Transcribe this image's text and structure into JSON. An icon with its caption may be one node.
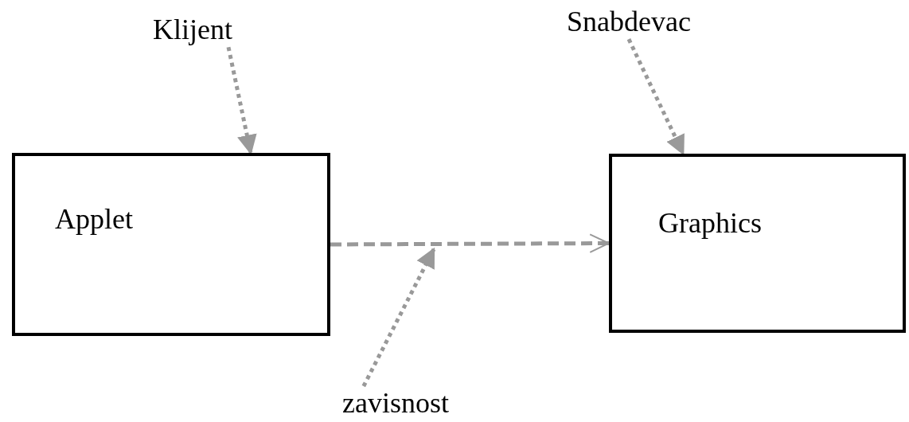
{
  "diagram": {
    "nodes": [
      {
        "text": [
          "Klijent"
        ]
      },
      {
        "text": [
          "Snabdevac"
        ]
      },
      {
        "text": [
          "Applet"
        ]
      },
      {
        "text": [
          "Graphics"
        ]
      },
      {
        "text": [
          "zavisnost"
        ]
      }
    ],
    "edges": [
      {
        "from": 0,
        "to": 2,
        "arrow": "to",
        "style": "dashed"
      },
      {
        "from": 1,
        "to": 3,
        "arrow": "to",
        "style": "dashed"
      },
      {
        "from": 2,
        "to": 3,
        "arrow": "to",
        "style": "dashed"
      },
      {
        "from": 4,
        "to": null,
        "arrow": "to",
        "style": "dashed"
      }
    ]
  }
}
